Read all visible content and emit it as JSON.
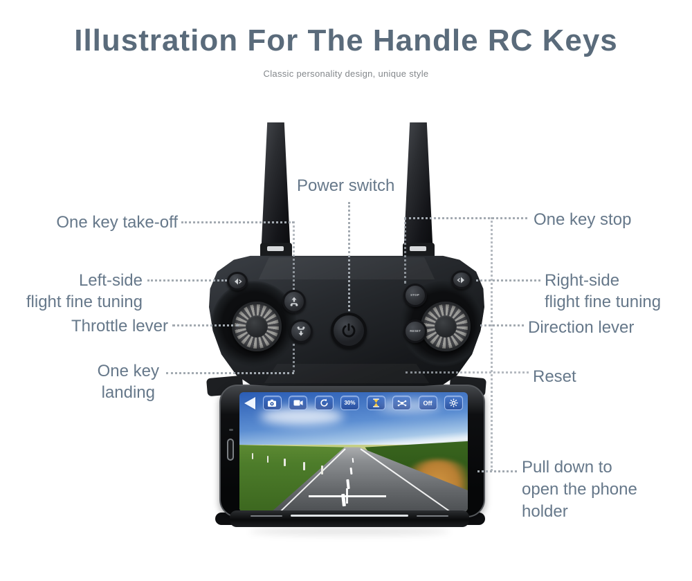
{
  "title": "Illustration For The Handle RC Keys",
  "subtitle": "Classic personality design, unique style",
  "callouts": {
    "power_switch": "Power switch",
    "one_key_takeoff": "One key take-off",
    "one_key_stop": "One key stop",
    "left_side_line1": "Left-side",
    "left_side_line2": "flight fine tuning",
    "right_side_line1": "Right-side",
    "right_side_line2": "flight fine tuning",
    "throttle_lever": "Throttle lever",
    "direction_lever": "Direction lever",
    "one_key_landing_line1": "One key",
    "one_key_landing_line2": "landing",
    "reset": "Reset",
    "pull_down_line1": "Pull down to",
    "pull_down_line2": "open the phone",
    "pull_down_line3": "holder"
  },
  "controller": {
    "stop_button_text": "STOP",
    "reset_button_text": "RESET"
  },
  "phone_screen": {
    "battery_label": "30%",
    "off_label": "Off",
    "icons": [
      "back-icon",
      "photo-camera-icon",
      "video-camera-icon",
      "rotate-icon",
      "battery-percentage",
      "hourglass-icon",
      "drone-icon",
      "off-toggle",
      "settings-gear-icon"
    ]
  },
  "colors": {
    "title_text": "#5a6b7b",
    "callout_text": "#66788a",
    "leader_dots": "#a3aab1",
    "controller_body": "#1b1e22",
    "screen_sky_blue": "#3c6fbe",
    "hourglass_yellow": "#f5c63c"
  }
}
